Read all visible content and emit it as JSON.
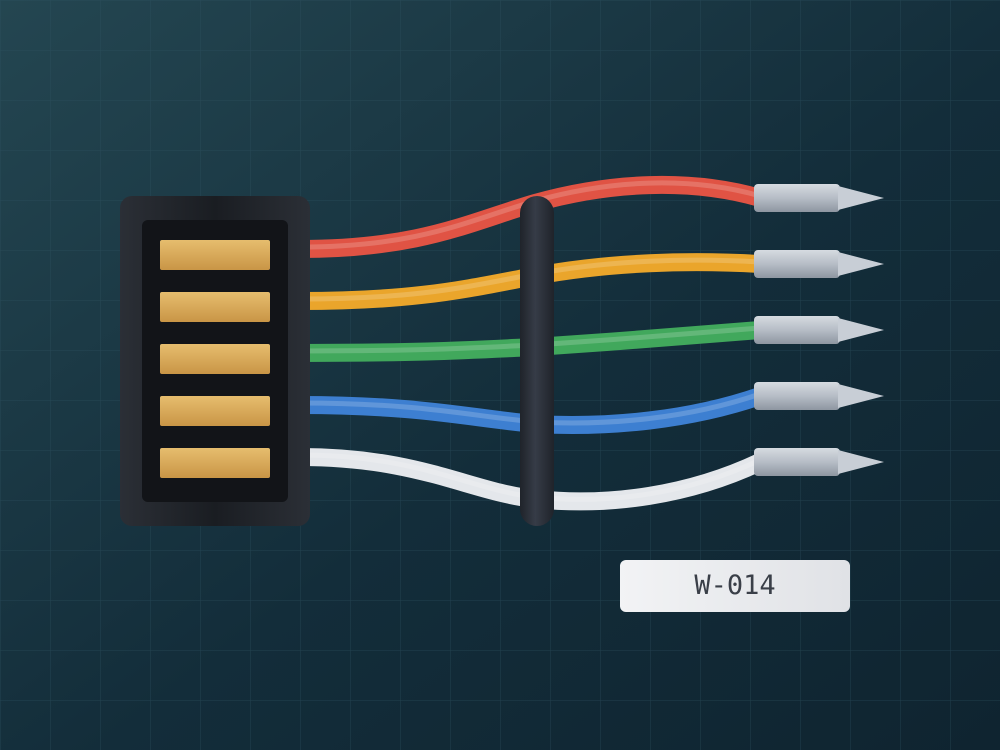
{
  "label": {
    "text": "W-014"
  },
  "colors": {
    "background": "#14303d",
    "grid": "#2a4e5b",
    "housing": "#1c1f25",
    "pin": "#d9ac5a",
    "clamp": "#2a2f38",
    "ferrule": "#b8bfc8",
    "label_bg": "#e8eaee",
    "label_text": "#3a3f48"
  },
  "wires": [
    {
      "name": "red",
      "color": "#e05344"
    },
    {
      "name": "yellow",
      "color": "#eaa52b"
    },
    {
      "name": "green",
      "color": "#41a85c"
    },
    {
      "name": "blue",
      "color": "#3d7fd1"
    },
    {
      "name": "white",
      "color": "#e4e7eb"
    }
  ],
  "icons": {
    "connector": "connector-housing-icon",
    "clamp": "cable-clamp-icon",
    "ferrule": "ferrule-pin-icon"
  }
}
